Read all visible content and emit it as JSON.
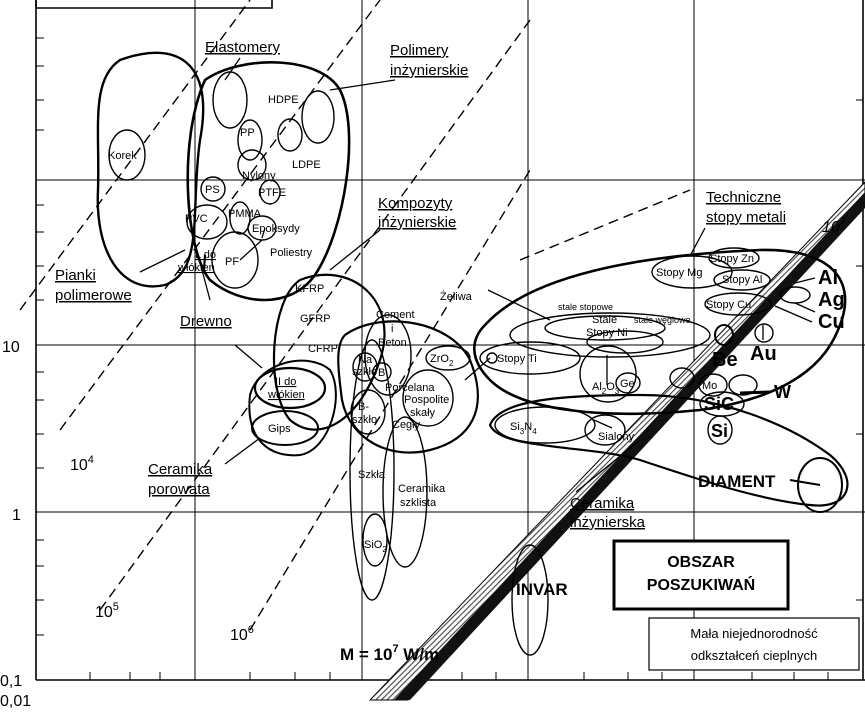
{
  "axis": {
    "y_ticks": [
      "10",
      "1",
      "0,1"
    ],
    "x_ticks": [
      "0,01"
    ]
  },
  "iso_lines": {
    "l1": {
      "base": "10",
      "exp": "4"
    },
    "l2": {
      "base": "10",
      "exp": "5"
    },
    "l3": {
      "base": "10",
      "exp": "6"
    },
    "l4": {
      "base": "10",
      "exp": "7"
    }
  },
  "family_labels": {
    "elastomery": "Elastomery",
    "polimery_1": "Polimery",
    "polimery_2": "inżynierskie",
    "kompozyty_1": "Kompozyty",
    "kompozyty_2": "inżynierskie",
    "techniczne_1": "Techniczne",
    "techniczne_2": "stopy metali",
    "pianki_1": "Pianki",
    "pianki_2": "polimerowe",
    "drewno": "Drewno",
    "ceramika_por_1": "Ceramika",
    "ceramika_por_2": "porowata",
    "ceramika_inz_1": "Ceramika",
    "ceramika_inz_2": "inżynierska"
  },
  "materials": {
    "korek": "Korek",
    "hdpe": "HDPE",
    "pp": "PP",
    "ldpe": "LDPE",
    "nylony": "Nylony",
    "ps": "PS",
    "ptfe": "PTFE",
    "pvc": "PVC",
    "pmma": "PMMA",
    "epoksydy": "Epoksydy",
    "poliestry": "Poliestry",
    "pf": "PF",
    "ii_wlokien_1": "II do",
    "ii_wlokien_2": "włókien",
    "l_wlokien_1": "L do",
    "l_wlokien_2": "włókien",
    "kfrp": "KFRP",
    "gfrp": "GFRP",
    "cfrp": "CFRP",
    "cement_1": "Cement",
    "cement_2": "i",
    "cement_3": "Beton",
    "na_1": "Na",
    "na_2": "szkło",
    "b_el": "B",
    "porcelana": "Porcelana",
    "b_szklo_1": "B-",
    "b_szklo_2": "szkło",
    "pospolite_1": "Pospolite",
    "pospolite_2": "skały",
    "cegly": "Cegły",
    "gips": "Gips",
    "szkla": "Szkła",
    "ceramika_sz_1": "Ceramika",
    "ceramika_sz_2": "szklista",
    "sio2_main": "SiO",
    "sio2_sub": "2",
    "zeliwa": "Żeliwa",
    "zro2_main": "ZrO",
    "zro2_sub": "2",
    "stopy_ti": "Stopy Ti",
    "stale_stopowe": "stale stopowe",
    "stale": "Stale",
    "stale_weglowe": "stale węglowe",
    "stopy_ni": "Stopy Ni",
    "stopy_mg": "Stopy Mg",
    "stopy_zn": "Stopy Zn",
    "stopy_al": "Stopy Al",
    "stopy_cu": "Stopy Cu",
    "al": "Al",
    "ag": "Ag",
    "cu": "Cu",
    "au": "Au",
    "be": "Be",
    "al2o3_a": "Al",
    "al2o3_b": "2",
    "al2o3_c": "O",
    "al2o3_d": "3",
    "ge": "Ge",
    "mo": "Mo",
    "sic": "SiC",
    "w": "W",
    "si": "Si",
    "si3n4_a": "Si",
    "si3n4_b": "3",
    "si3n4_c": "N",
    "si3n4_d": "4",
    "sialony": "Sialony",
    "diament": "DIAMENT",
    "invar": "INVAR"
  },
  "m_label": {
    "prefix": "M = 10",
    "exp": "7",
    "suffix": " W/m"
  },
  "obszar": {
    "line1": "OBSZAR",
    "line2": "POSZUKIWAŃ"
  },
  "mala": {
    "line1": "Mała niejednorodność",
    "line2": "odkształceń cieplnych"
  },
  "colors": {
    "ink": "#000000",
    "paper": "#ffffff",
    "hatch": "#555555"
  }
}
